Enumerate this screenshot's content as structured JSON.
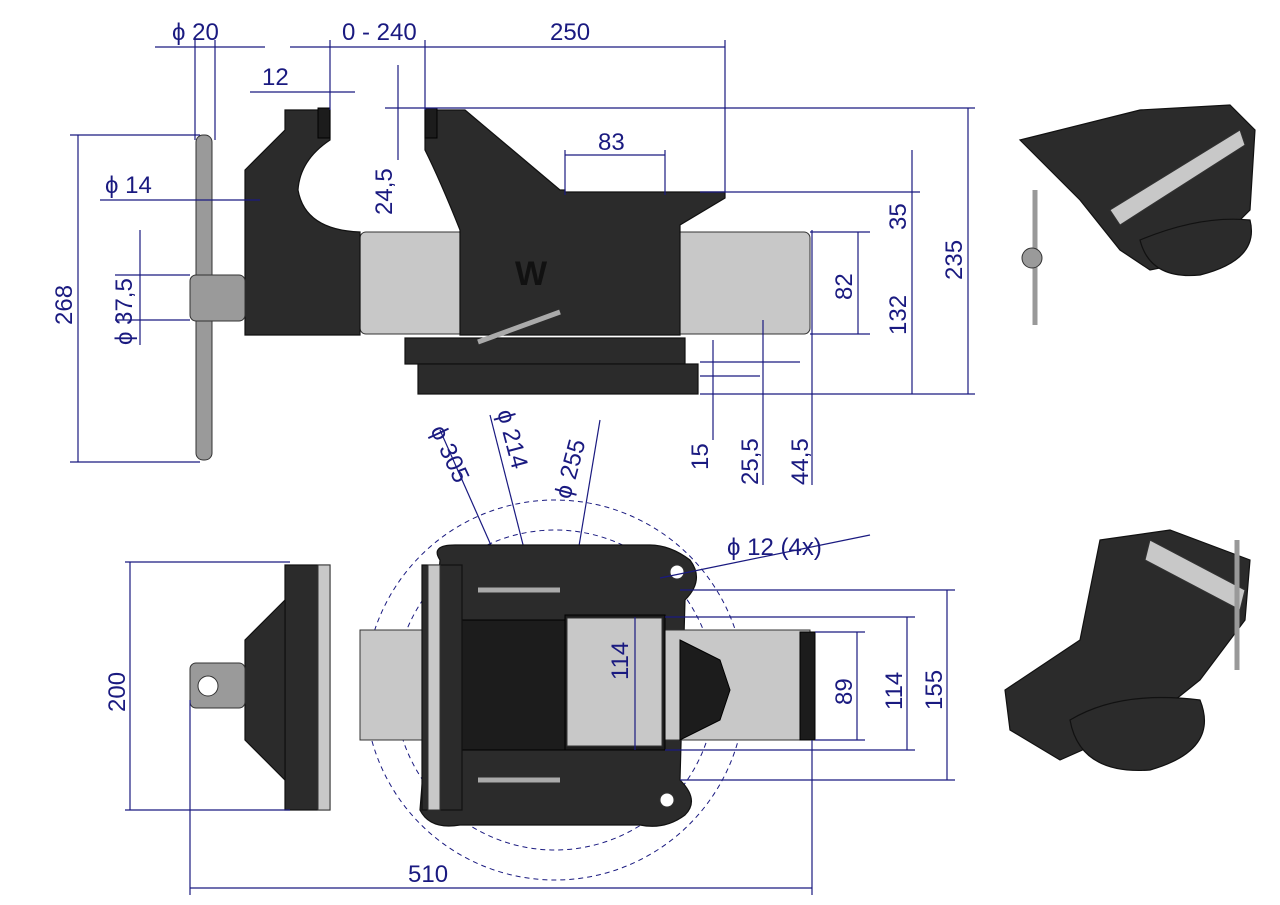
{
  "drawing": {
    "colors": {
      "dimension": "#1a1a80",
      "body": "#2b2b2b",
      "rail": "#c8c8c8"
    },
    "side_view": {
      "phi_20": "ϕ 20",
      "opening": "0 - 240",
      "length_250": "250",
      "jaw_12": "12",
      "jaw_24_5": "24,5",
      "anvil_83": "83",
      "phi_14": "ϕ 14",
      "phi_37_5": "ϕ 37,5",
      "height_268": "268",
      "height_35": "35",
      "height_82": "82",
      "height_132": "132",
      "height_235": "235",
      "base_15": "15",
      "base_25_5": "25,5",
      "base_44_5": "44,5",
      "phi_305": "ϕ 305",
      "phi_214": "ϕ 214",
      "phi_255": "ϕ 255"
    },
    "top_view": {
      "holes": "ϕ 12  (4x)",
      "width_114_inner": "114",
      "width_89": "89",
      "width_114": "114",
      "width_155": "155",
      "width_200": "200",
      "length_510": "510"
    }
  }
}
